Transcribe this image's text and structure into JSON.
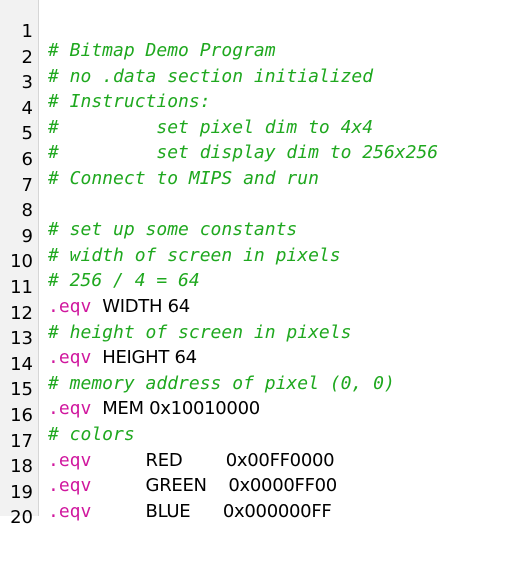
{
  "editor": {
    "lines": [
      {
        "num": "1",
        "comment": "# Bitmap Demo Program"
      },
      {
        "num": "2",
        "comment": "# no .data section initialized"
      },
      {
        "num": "3",
        "comment": "# Instructions:"
      },
      {
        "num": "4",
        "comment": "#         set pixel dim to 4x4"
      },
      {
        "num": "5",
        "comment": "#         set display dim to 256x256"
      },
      {
        "num": "6",
        "comment": "# Connect to MIPS and run"
      },
      {
        "num": "7",
        "comment": ""
      },
      {
        "num": "8",
        "comment": "# set up some constants"
      },
      {
        "num": "9",
        "comment": "# width of screen in pixels"
      },
      {
        "num": "10",
        "comment": "# 256 / 4 = 64"
      },
      {
        "num": "11",
        "directive": ".eqv",
        "text": "WIDTH 64"
      },
      {
        "num": "12",
        "comment": "# height of screen in pixels"
      },
      {
        "num": "13",
        "directive": ".eqv",
        "text": "HEIGHT 64"
      },
      {
        "num": "14",
        "comment": "# memory address of pixel (0, 0)"
      },
      {
        "num": "15",
        "directive": ".eqv",
        "text": "MEM 0x10010000"
      },
      {
        "num": "16",
        "comment": "# colors"
      },
      {
        "num": "17",
        "directive": ".eqv",
        "text": "RED        0x00FF0000"
      },
      {
        "num": "18",
        "directive": ".eqv",
        "text": "GREEN    0x0000FF00"
      },
      {
        "num": "19",
        "directive": ".eqv",
        "text": "BLUE      0x000000FF"
      },
      {
        "num": "20",
        "comment": ""
      }
    ]
  },
  "colors": {
    "comment": "#1fa81f",
    "directive": "#d0179e",
    "text": "#000000"
  }
}
